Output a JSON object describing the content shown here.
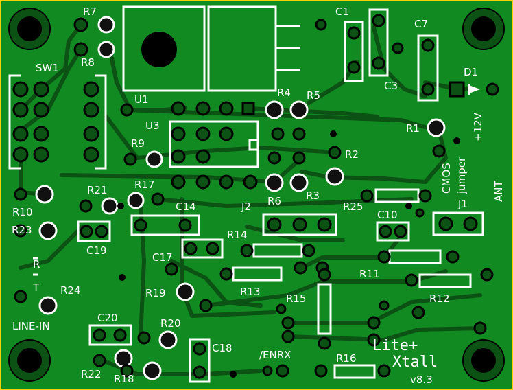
{
  "board": {
    "title": "Lite+",
    "subtitle": "Xtall",
    "version": "v8.3",
    "colors": {
      "board": "#128a22",
      "trace": "#0b5214",
      "silk": "#ffffff",
      "hole": "#000000",
      "frame": "#ffd000"
    }
  },
  "components": {
    "R7": "R7",
    "R8": "R8",
    "SW1": "SW1",
    "U1": "U1",
    "U3": "U3",
    "C1": "C1",
    "C3": "C3",
    "C7": "C7",
    "D1": "D1",
    "R4": "R4",
    "R5": "R5",
    "R1": "R1",
    "R9": "R9",
    "R2": "R2",
    "R6": "R6",
    "R3": "R3",
    "R10": "R10",
    "R21": "R21",
    "R17": "R17",
    "C14": "C14",
    "J2": "J2",
    "R25": "R25",
    "C10": "C10",
    "J1": "J1",
    "R23": "R23",
    "C19": "C19",
    "R14": "R14",
    "C17": "C17",
    "R11": "R11",
    "R13": "R13",
    "R12": "R12",
    "R24": "R24",
    "R19": "R19",
    "R15": "R15",
    "C20": "C20",
    "R20": "R20",
    "C18": "C18",
    "R16": "R16",
    "R22": "R22",
    "R18": "R18"
  },
  "labels": {
    "cmos": "CMOS",
    "jumper": "jumper",
    "supply": "+12V",
    "ant": "ANT",
    "line_in": "LINE-IN",
    "r": "R",
    "t": "T",
    "enrx": "/ENRX"
  }
}
